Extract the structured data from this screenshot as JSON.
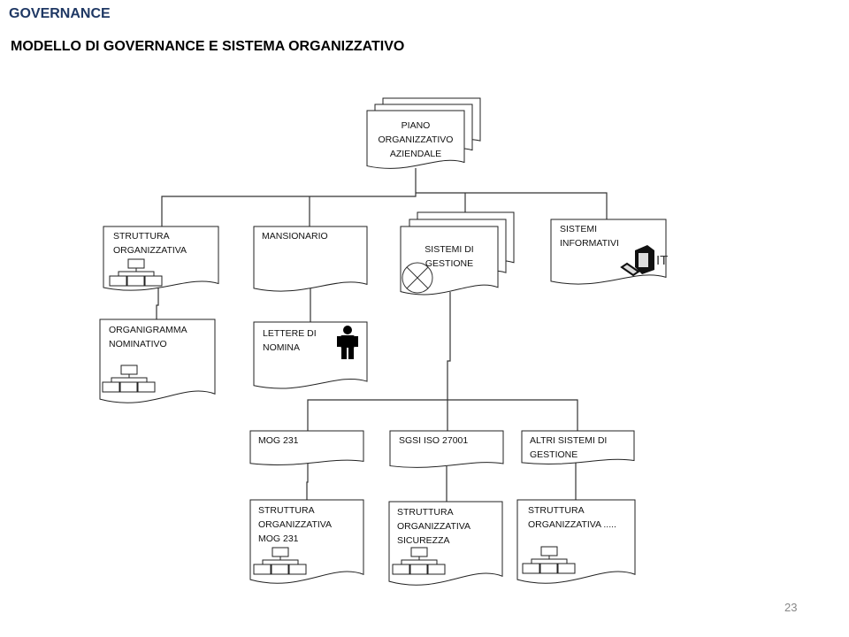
{
  "header": {
    "title": "GOVERNANCE",
    "subtitle": "MODELLO DI GOVERNANCE E SISTEMA ORGANIZZATIVO"
  },
  "nodes": {
    "piano": [
      "PIANO",
      "ORGANIZZATIVO",
      "AZIENDALE"
    ],
    "struttura": [
      "STRUTTURA",
      "ORGANIZZATIVA"
    ],
    "mansionario": [
      "MANSIONARIO"
    ],
    "sistemi_gestione": [
      "SISTEMI DI",
      "GESTIONE"
    ],
    "sistemi_informativi": [
      "SISTEMI",
      "INFORMATIVI"
    ],
    "it_label": "IT",
    "organigramma": [
      "ORGANIGRAMMA",
      "NOMINATIVO"
    ],
    "lettere": [
      "LETTERE  DI",
      "NOMINA"
    ],
    "mog": [
      "MOG 231"
    ],
    "sgsi": [
      "SGSI  ISO 27001"
    ],
    "altri": [
      "ALTRI SISTEMI  DI",
      "GESTIONE"
    ],
    "str_mog": [
      "STRUTTURA",
      "ORGANIZZATIVA",
      "MOG 231"
    ],
    "str_sic": [
      "STRUTTURA",
      "ORGANIZZATIVA",
      "SICUREZZA"
    ],
    "str_altri": [
      "STRUTTURA",
      "ORGANIZZATIVA ....."
    ]
  },
  "footer": {
    "page_number": "23"
  }
}
